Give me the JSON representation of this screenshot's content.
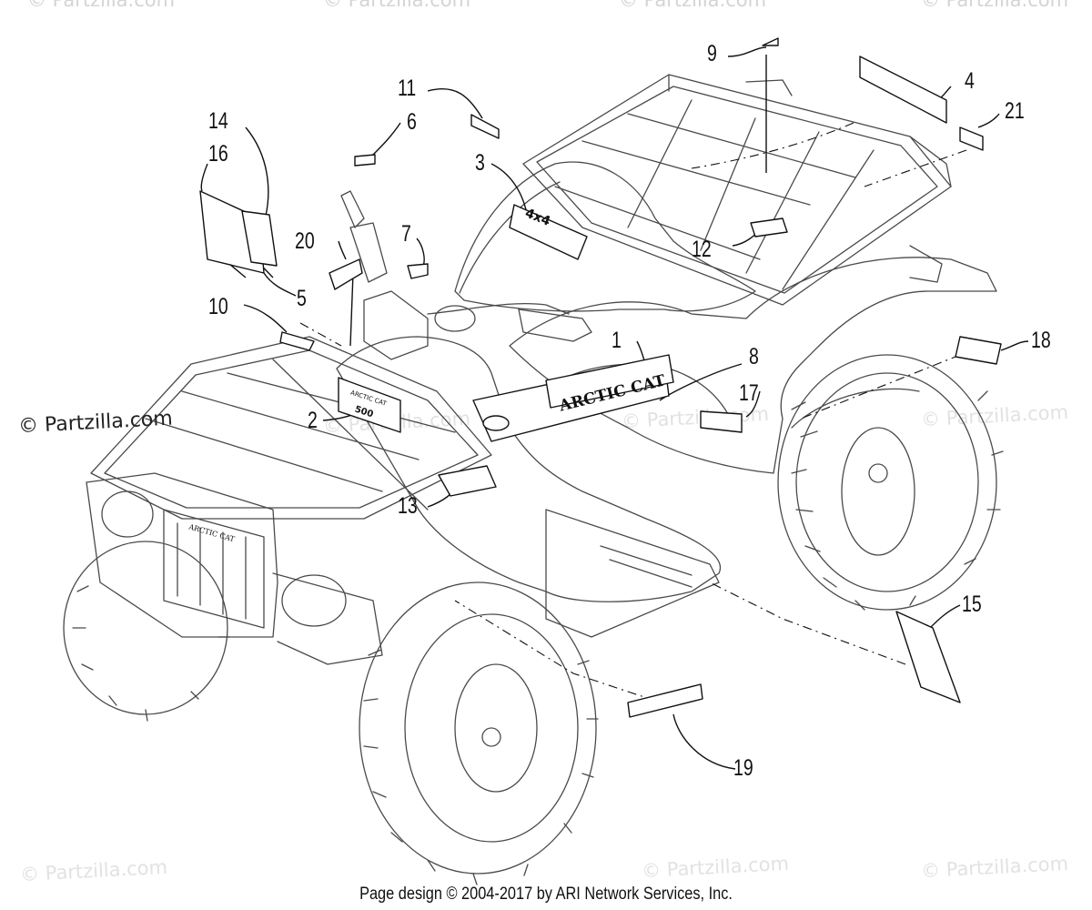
{
  "watermark": {
    "text": "© Partzilla.com",
    "left_label": "© Partzilla.com"
  },
  "diagram": {
    "decal_numbers": [
      "1",
      "2",
      "3",
      "4",
      "5",
      "6",
      "7",
      "8",
      "9",
      "10",
      "11",
      "12",
      "13",
      "14",
      "15",
      "16",
      "17",
      "18",
      "19",
      "20",
      "21"
    ],
    "brand_on_tank": "ARCTIC CAT",
    "brand_on_grille": "ARCTIC CAT",
    "hood_badge": "4x4",
    "label_2_top": "ARCTIC CAT",
    "label_2_bottom": "500"
  },
  "footer": {
    "text": "Page design © 2004-2017 by ARI Network Services, Inc."
  }
}
